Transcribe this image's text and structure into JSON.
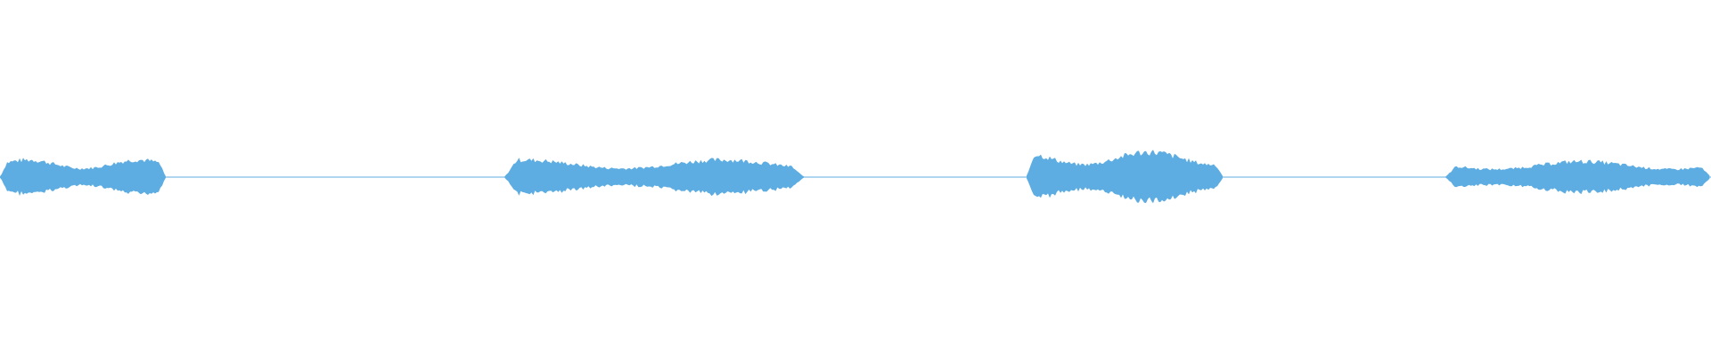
{
  "waveform": {
    "color": "#5dade2",
    "segments": [
      {
        "start": 0.0,
        "end": 0.097,
        "amplitude": 0.55
      },
      {
        "start": 0.295,
        "end": 0.47,
        "amplitude": 0.55
      },
      {
        "start": 0.6,
        "end": 0.715,
        "amplitude": 0.8
      },
      {
        "start": 0.845,
        "end": 1.0,
        "amplitude": 0.5
      }
    ]
  }
}
